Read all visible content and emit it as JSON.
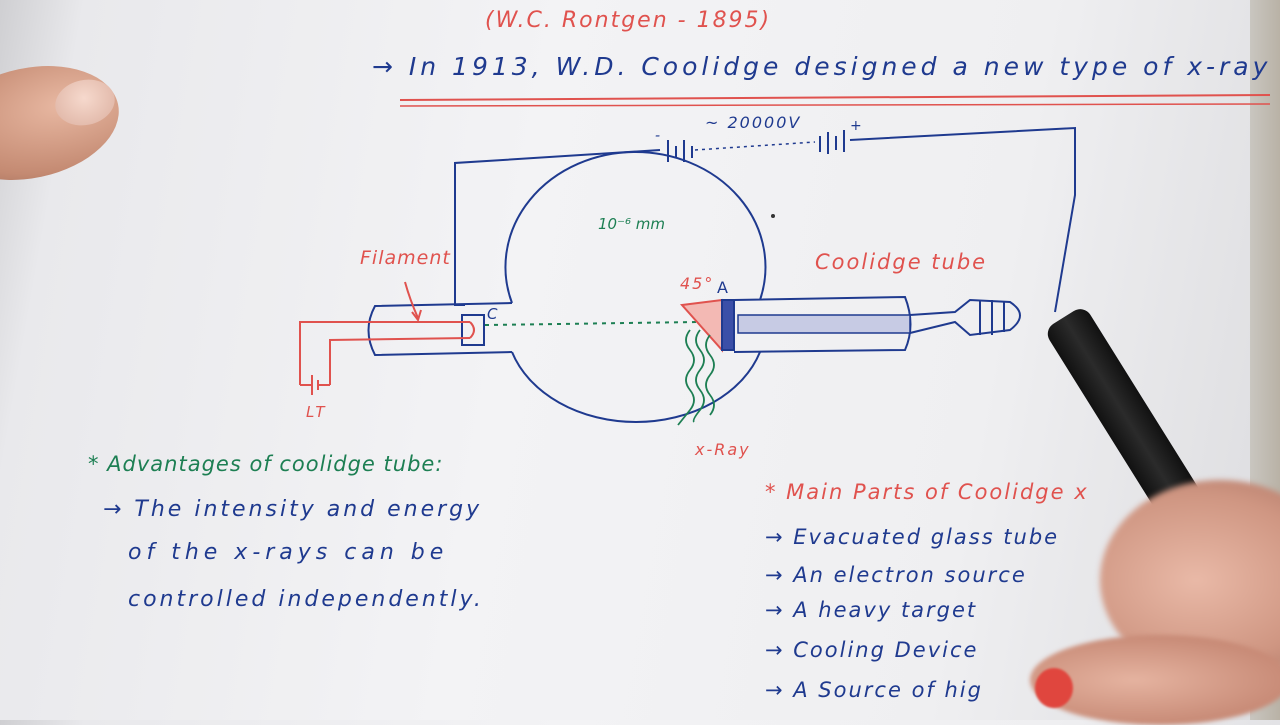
{
  "header": {
    "subtitle": "(W.C. Rontgen - 1895)",
    "intro_line": "→ In 1913, W.D. Coolidge designed a new type of x-ray"
  },
  "diagram": {
    "voltage_label": "~ 20000V",
    "pressure_label": "10⁻⁶ mm",
    "filament_label": "Filament",
    "cathode_label": "C",
    "anode_label": "A",
    "angle_label": "45°",
    "tube_label": "Coolidge tube",
    "xray_label": "x-Ray",
    "lt_label": "LT",
    "minus_sign": "-",
    "plus_sign": "+"
  },
  "advantages": {
    "heading": "* Advantages of coolidge tube:",
    "lines": [
      "→ The intensity and energy",
      "of the x-rays can be",
      "controlled independently."
    ]
  },
  "main_parts": {
    "heading": "* Main Parts of Coolidge x",
    "items": [
      "→ Evacuated glass tube",
      "→ An electron source",
      "→ A heavy target",
      "→ Cooling Device",
      "→ A Source of hig"
    ]
  },
  "colors": {
    "blue_ink": "#1f3a8f",
    "red_ink": "#e0524e",
    "green_ink": "#1d7f53"
  }
}
